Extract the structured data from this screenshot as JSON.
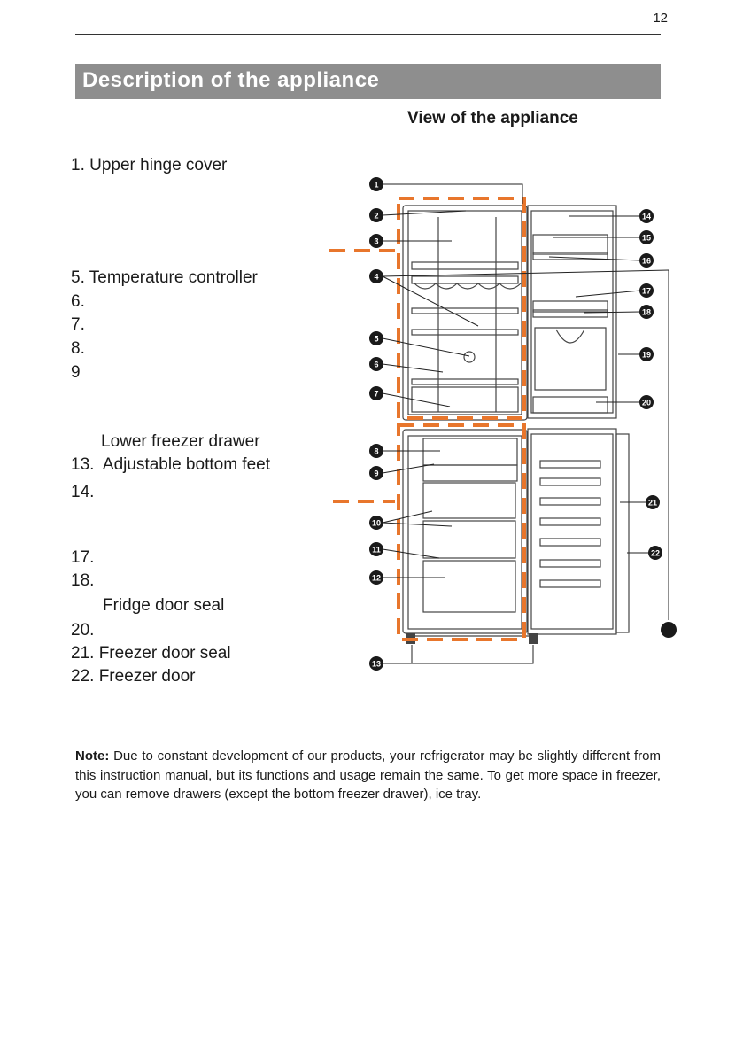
{
  "page_number": "12",
  "section_title": "Description  of  the  appliance",
  "view_title": "View of the appliance",
  "parts_list": [
    "1. Upper hinge cover",
    "5. Temperature controller",
    "6.",
    "7.",
    "8.",
    "9",
    "Lower freezer drawer",
    "13.  Adjustable bottom feet",
    "14.",
    "17.",
    "18.",
    "Fridge door seal",
    "20.",
    "21. Freezer door seal",
    "22. Freezer door"
  ],
  "callout_numbers": [
    "1",
    "2",
    "3",
    "4",
    "5",
    "6",
    "7",
    "8",
    "9",
    "10",
    "11",
    "12",
    "13",
    "14",
    "15",
    "16",
    "17",
    "18",
    "19",
    "20",
    "21",
    "22"
  ],
  "highlight_color": "#e8762c",
  "note": {
    "label": "Note:",
    "text": " Due to constant development of our products, your refrigerator may be slightly different from this instruction manual, but its functions and usage remain the same. To get more space in freezer, you can remove   drawers (except the bottom freezer drawer), ice tray."
  }
}
